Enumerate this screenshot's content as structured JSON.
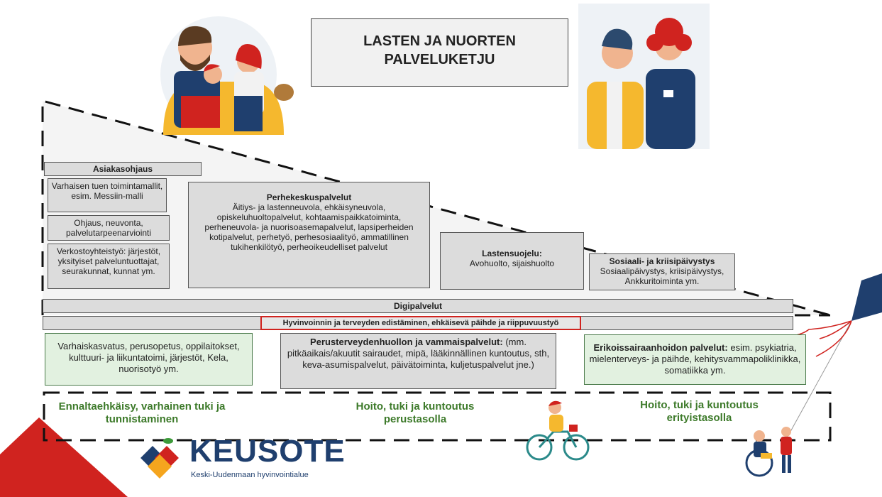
{
  "title": {
    "line1": "LASTEN JA NUORTEN",
    "line2": "PALVELUKETJU"
  },
  "asiakasohjaus": {
    "header": "Asiakasohjaus",
    "items": [
      "Varhaisen tuen toimintamallit, esim. Messiin-malli",
      "Ohjaus, neuvonta, palvelutarpeenarviointi",
      "Verkostoyhteistyö: järjestöt, yksityiset palveluntuottajat, seurakunnat, kunnat ym."
    ]
  },
  "perhekeskus": {
    "title": "Perhekeskuspalvelut",
    "text": "Äitiys- ja lastenneuvola, ehkäisyneuvola, opiskeluhuoltopalvelut, kohtaamispaikkatoiminta, perheneuvola- ja nuorisoasemapalvelut, lapsiperheiden kotipalvelut, perhetyö, perhesosiaalityö, ammatillinen tukihenkilötyö, perheoikeudelliset palvelut"
  },
  "lastensuojelu": {
    "title": "Lastensuojelu:",
    "text": "Avohuolto, sijaishuolto"
  },
  "sosiaali": {
    "title": "Sosiaali- ja kriisipäivystys",
    "text": "Sosiaalipäivystys, kriisipäivystys, Ankkuritoiminta ym."
  },
  "digipalvelut": "Digipalvelut",
  "hyvinvointi": "Hyvinvoinnin ja terveyden edistäminen, ehkäisevä päihde ja riippuvuustyö",
  "varhaiskasvatus": "Varhaiskasvatus, perusopetus, oppilaitokset, kulttuuri- ja liikuntatoimi, järjestöt, Kela, nuorisotyö ym.",
  "perusterveys": {
    "title": "Perusterveydenhuollon ja vammaispalvelut:",
    "text": "(mm. pitkäaikais/akuutit sairaudet, mipä, lääkinnällinen kuntoutus, sth, keva-asumispalvelut, päivätoiminta, kuljetuspalvelut jne.)"
  },
  "erikois": {
    "title": "Erikoissairaanhoidon palvelut:",
    "text": "esim. psykiatria, mielenterveys- ja päihde, kehitysvammapoliklinikka, somatiikka ym."
  },
  "levels": {
    "l1": "Ennaltaehkäisy, varhainen tuki ja tunnistaminen",
    "l2": "Hoito, tuki ja kuntoutus perustasolla",
    "l3": "Hoito, tuki ja kuntoutus erityistasolla"
  },
  "logo": {
    "name": "KEUSOTE",
    "subtitle": "Keski-Uudenmaan hyvinvointialue"
  },
  "colors": {
    "green_box": "#e2f1e0",
    "gray_box": "#dcdcdc",
    "green_text": "#3d7a2a",
    "logo_blue": "#1f3f6e",
    "accent_red": "#d0231f"
  }
}
